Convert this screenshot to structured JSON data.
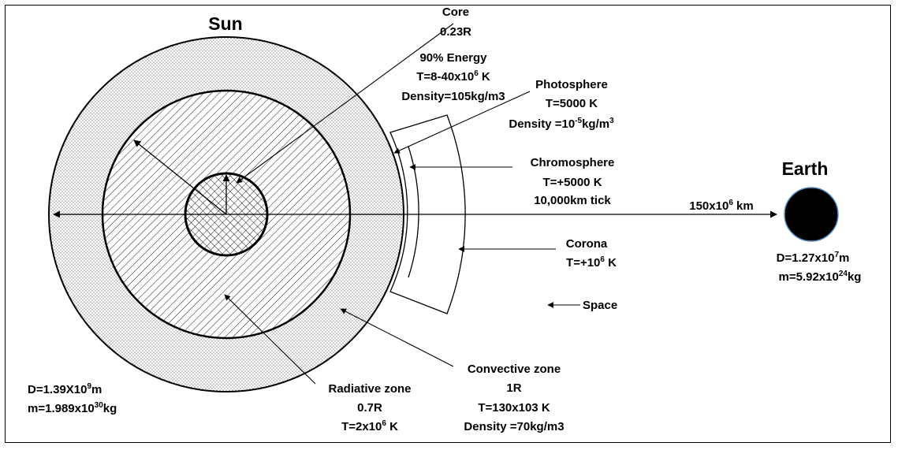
{
  "sun": {
    "title": "Sun",
    "diameter": {
      "base": "D=1.39X10",
      "exp": "9",
      "unit": "m"
    },
    "mass": {
      "base": "m=1.989x10",
      "exp": "30",
      "unit": "kg"
    }
  },
  "earth": {
    "title": "Earth",
    "distance": {
      "base": "150x10",
      "exp": "6",
      "unit": " km"
    },
    "diameter": {
      "base": "D=1.27x10",
      "exp": "7",
      "unit": "m"
    },
    "mass": {
      "base": "m=5.92x10",
      "exp": "24",
      "unit": "kg"
    }
  },
  "core": {
    "name": "Core",
    "radius": "0.23R",
    "energy": "90%  Energy",
    "temp": {
      "base": "T=8-40x10",
      "exp": "6",
      "unit": " K"
    },
    "density": "Density=105kg/m3"
  },
  "photosphere": {
    "name": "Photosphere",
    "temp": "T=5000 K",
    "density": {
      "base": "Density =10",
      "exp": "-5",
      "unit": "kg/m",
      "exp2": "3"
    }
  },
  "chromosphere": {
    "name": "Chromosphere",
    "temp": "T=+5000 K",
    "thickness": "10,000km tick"
  },
  "corona": {
    "name": "Corona",
    "temp": {
      "base": "T=+10",
      "exp": "6",
      "unit": " K"
    }
  },
  "space": {
    "name": "Space"
  },
  "radiative": {
    "name": "Radiative zone",
    "radius": "0.7R",
    "temp": {
      "base": "T=2x10",
      "exp": "6",
      "unit": " K"
    }
  },
  "convective": {
    "name": "Convective zone",
    "radius": "1R",
    "temp": "T=130x103 K",
    "density": "Density =70kg/m3"
  }
}
